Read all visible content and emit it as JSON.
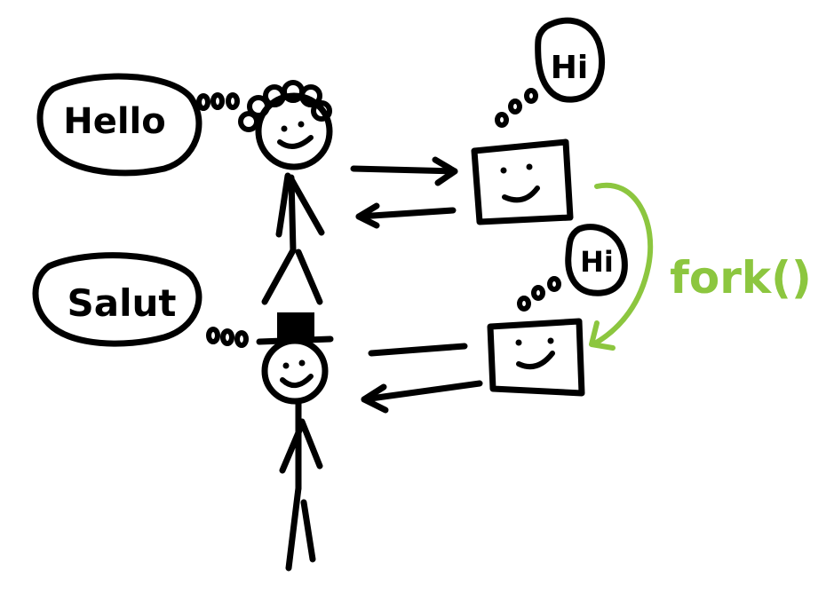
{
  "bubbles": {
    "hello": "Hello",
    "salut": "Salut",
    "hi_top": "Hi",
    "hi_bottom": "Hi"
  },
  "fork_label": "fork()",
  "colors": {
    "ink": "#000000",
    "accent": "#8cc63f",
    "background": "#ffffff"
  }
}
